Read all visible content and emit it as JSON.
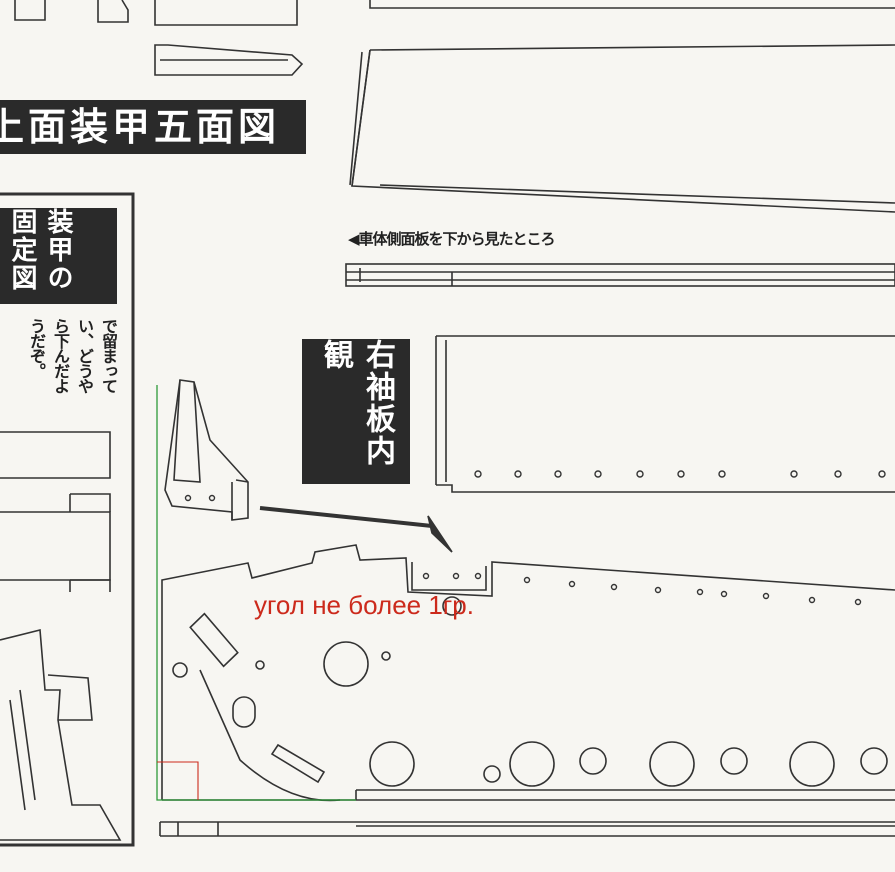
{
  "titles": {
    "top_armor": "上面装甲五面図",
    "armor_fixing": "装甲の固定図",
    "inner_view": "右袖板内観"
  },
  "captions": {
    "side_panel_from_below": "◀車体側面板を下から見たところ",
    "fixing_note": "で留まってい、どうやら下んだようだぞ。"
  },
  "annotation": {
    "text": "угол не более 1гр.",
    "color": "#cc2a1c"
  },
  "colors": {
    "line": "#333333",
    "title_bg": "#2a2a2a",
    "guide_green": "#2e9a3a",
    "guide_red": "#cc2a1c"
  }
}
